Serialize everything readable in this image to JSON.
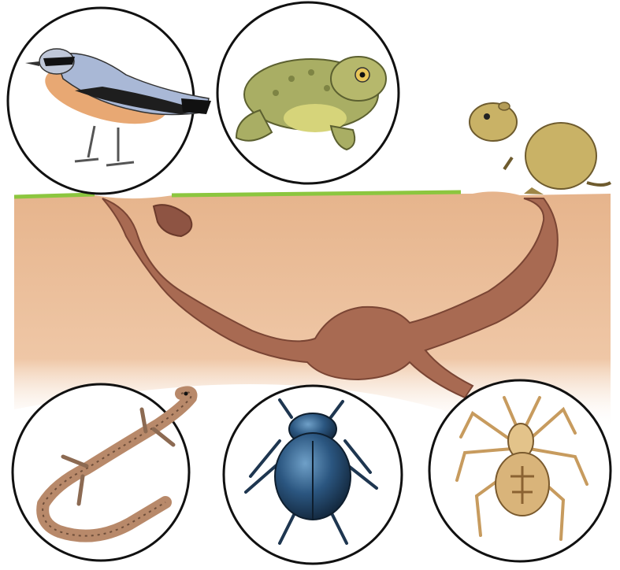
{
  "illustration": {
    "subject": "burrow-with-inhabitants",
    "animals": [
      {
        "name": "wheatear-bird",
        "icon": "bird-icon"
      },
      {
        "name": "toad",
        "icon": "toad-icon"
      },
      {
        "name": "ground-squirrel",
        "icon": "ground-squirrel-icon"
      },
      {
        "name": "lizard",
        "icon": "lizard-icon"
      },
      {
        "name": "dung-beetle",
        "icon": "beetle-icon"
      },
      {
        "name": "spider",
        "icon": "spider-icon"
      }
    ],
    "colors": {
      "soil": "#E8B892",
      "soil_light": "#F6DCC6",
      "tunnel": "#A86A52",
      "grass": "#8CC63F",
      "circle_border": "#111111",
      "squirrel": "#C9B266",
      "toad": "#A9AE64",
      "beetle": "#234A6E",
      "lizard": "#B8896A",
      "spider": "#D9B47A"
    }
  }
}
